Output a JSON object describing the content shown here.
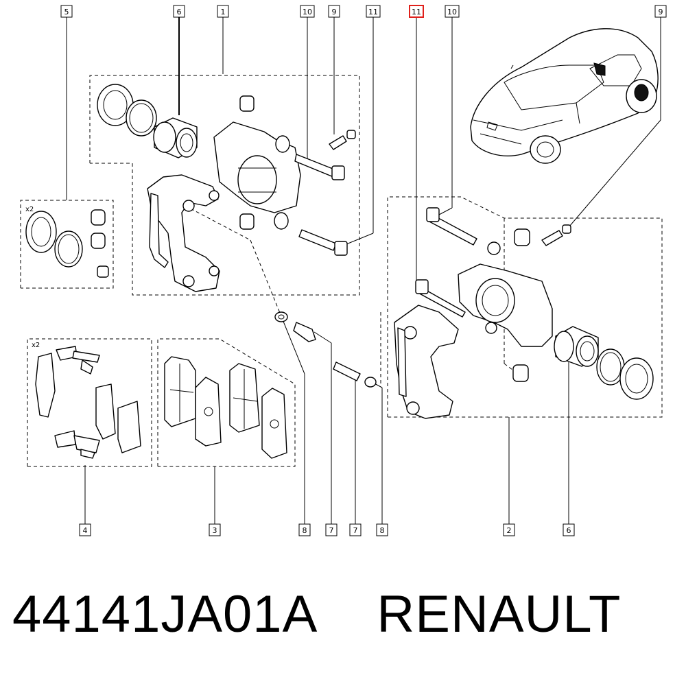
{
  "caption": {
    "part_number": "44141JA01A",
    "brand": "RENAULT"
  },
  "qty_labels": {
    "seals": "x2",
    "clips": "x2"
  },
  "highlight_color": "#e0201b",
  "callouts": [
    {
      "id": "c5-top",
      "num": "5",
      "highlight": false
    },
    {
      "id": "c6-top",
      "num": "6",
      "highlight": false
    },
    {
      "id": "c1-top",
      "num": "1",
      "highlight": false
    },
    {
      "id": "c10-top-left",
      "num": "10",
      "highlight": false
    },
    {
      "id": "c9-top-left",
      "num": "9",
      "highlight": false
    },
    {
      "id": "c11-top-left",
      "num": "11",
      "highlight": false
    },
    {
      "id": "c11-top-right",
      "num": "11",
      "highlight": true
    },
    {
      "id": "c10-top-right",
      "num": "10",
      "highlight": false
    },
    {
      "id": "c9-top-right",
      "num": "9",
      "highlight": false
    },
    {
      "id": "c4-bottom",
      "num": "4",
      "highlight": false
    },
    {
      "id": "c3-bottom",
      "num": "3",
      "highlight": false
    },
    {
      "id": "c8-bottom-left",
      "num": "8",
      "highlight": false
    },
    {
      "id": "c7-bottom-left",
      "num": "7",
      "highlight": false
    },
    {
      "id": "c7-bottom-right",
      "num": "7",
      "highlight": false
    },
    {
      "id": "c8-bottom-right",
      "num": "8",
      "highlight": false
    },
    {
      "id": "c2-bottom",
      "num": "2",
      "highlight": false
    },
    {
      "id": "c6-bottom",
      "num": "6",
      "highlight": false
    }
  ]
}
